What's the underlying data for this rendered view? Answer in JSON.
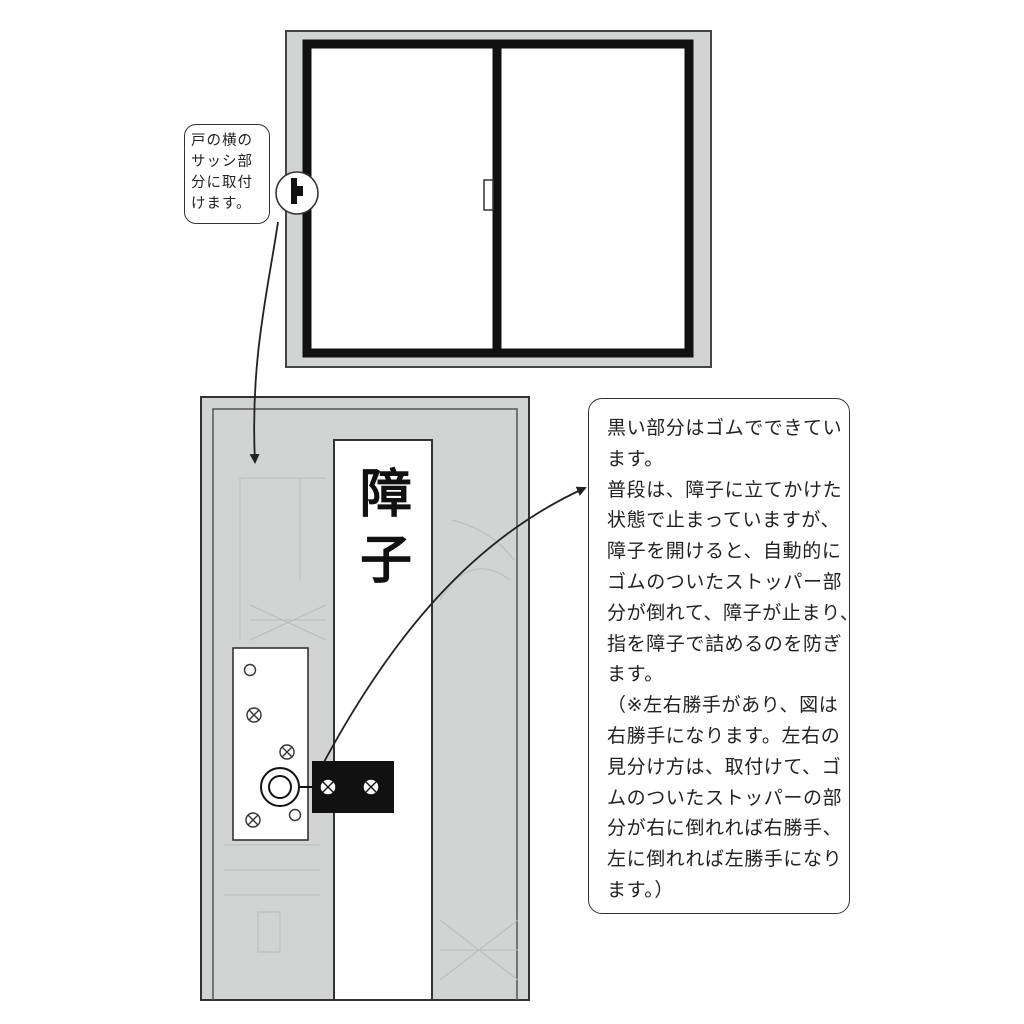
{
  "callout_left": {
    "lines": [
      "戸の横の",
      "サッシ部",
      "分に取付",
      "けます。"
    ]
  },
  "shoji_label": [
    "障",
    "子"
  ],
  "callout_right": {
    "lines": [
      "黒い部分はゴムでできてい",
      "ます。",
      "普段は、障子に立てかけた",
      "状態で止まっていますが、",
      "障子を開けると、自動的に",
      "ゴムのついたストッパー部",
      "分が倒れて、障子が止まり、",
      "指を障子で詰めるのを防ぎ",
      "ます。",
      "（※左右勝手があり、図は",
      "右勝手になります。左右の",
      "見分け方は、取付けて、ゴ",
      "ムのついたストッパーの部",
      "分が右に倒れれば右勝手、",
      "左に倒れれば左勝手になり",
      "ます。）"
    ]
  },
  "colors": {
    "sash_gray": "#d2d4d3",
    "frame_black": "#111111",
    "outline": "#333333",
    "background": "#ffffff"
  }
}
